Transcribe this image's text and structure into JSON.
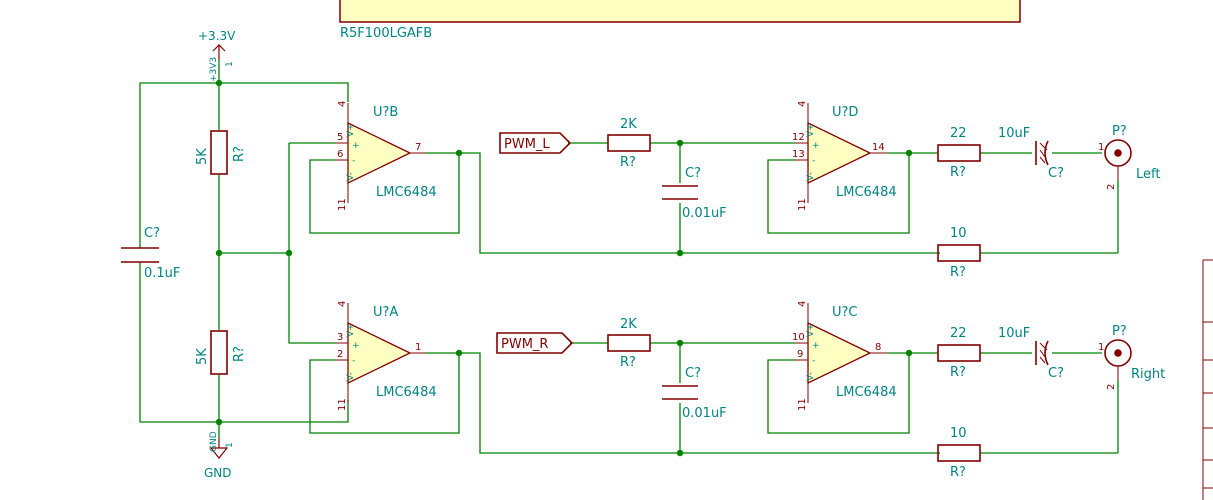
{
  "sheet": {
    "label": "R5F100LGAFB"
  },
  "power": {
    "vcc_label": "+3.3V",
    "vcc_pin_name": "+3V3",
    "vcc_pin_num": "1",
    "gnd_label": "GND",
    "gnd_pin_name": "GND",
    "gnd_pin_num": "1"
  },
  "divider": {
    "r_top": {
      "ref": "R?",
      "value": "5K"
    },
    "r_bot": {
      "ref": "R?",
      "value": "5K"
    },
    "cap": {
      "ref": "C?",
      "value": "0.1uF"
    }
  },
  "opamps": [
    {
      "ref": "U?B",
      "part": "LMC6484",
      "pin_plus": "5",
      "pin_minus": "6",
      "pin_out": "7",
      "pin_vcc": "4",
      "pin_gnd": "11"
    },
    {
      "ref": "U?A",
      "part": "LMC6484",
      "pin_plus": "3",
      "pin_minus": "2",
      "pin_out": "1",
      "pin_vcc": "4",
      "pin_gnd": "11"
    },
    {
      "ref": "U?D",
      "part": "LMC6484",
      "pin_plus": "12",
      "pin_minus": "13",
      "pin_out": "14",
      "pin_vcc": "4",
      "pin_gnd": "11"
    },
    {
      "ref": "U?C",
      "part": "LMC6484",
      "pin_plus": "10",
      "pin_minus": "9",
      "pin_out": "8",
      "pin_vcc": "4",
      "pin_gnd": "11"
    }
  ],
  "pin_names": {
    "vcc": "V+",
    "gnd": "V-",
    "plus": "+",
    "minus": "-"
  },
  "channels": [
    {
      "net_label": "PWM_L",
      "r_in": {
        "ref": "R?",
        "value": "2K"
      },
      "c_filter": {
        "ref": "C?",
        "value": "0.01uF"
      },
      "r_out": {
        "ref": "R?",
        "value": "22"
      },
      "c_out": {
        "ref": "C?",
        "value": "10uF"
      },
      "r_fb": {
        "ref": "R?",
        "value": "10"
      },
      "conn": {
        "ref": "P?",
        "name": "Left",
        "pin1": "1",
        "pin2": "2"
      }
    },
    {
      "net_label": "PWM_R",
      "r_in": {
        "ref": "R?",
        "value": "2K"
      },
      "c_filter": {
        "ref": "C?",
        "value": "0.01uF"
      },
      "r_out": {
        "ref": "R?",
        "value": "22"
      },
      "c_out": {
        "ref": "C?",
        "value": "10uF"
      },
      "r_fb": {
        "ref": "R?",
        "value": "10"
      },
      "conn": {
        "ref": "P?",
        "name": "Right",
        "pin1": "1",
        "pin2": "2"
      }
    }
  ],
  "colors": {
    "wire": "#008400",
    "component": "#840000",
    "text": "#008484",
    "body_fill": "#ffffc2"
  }
}
